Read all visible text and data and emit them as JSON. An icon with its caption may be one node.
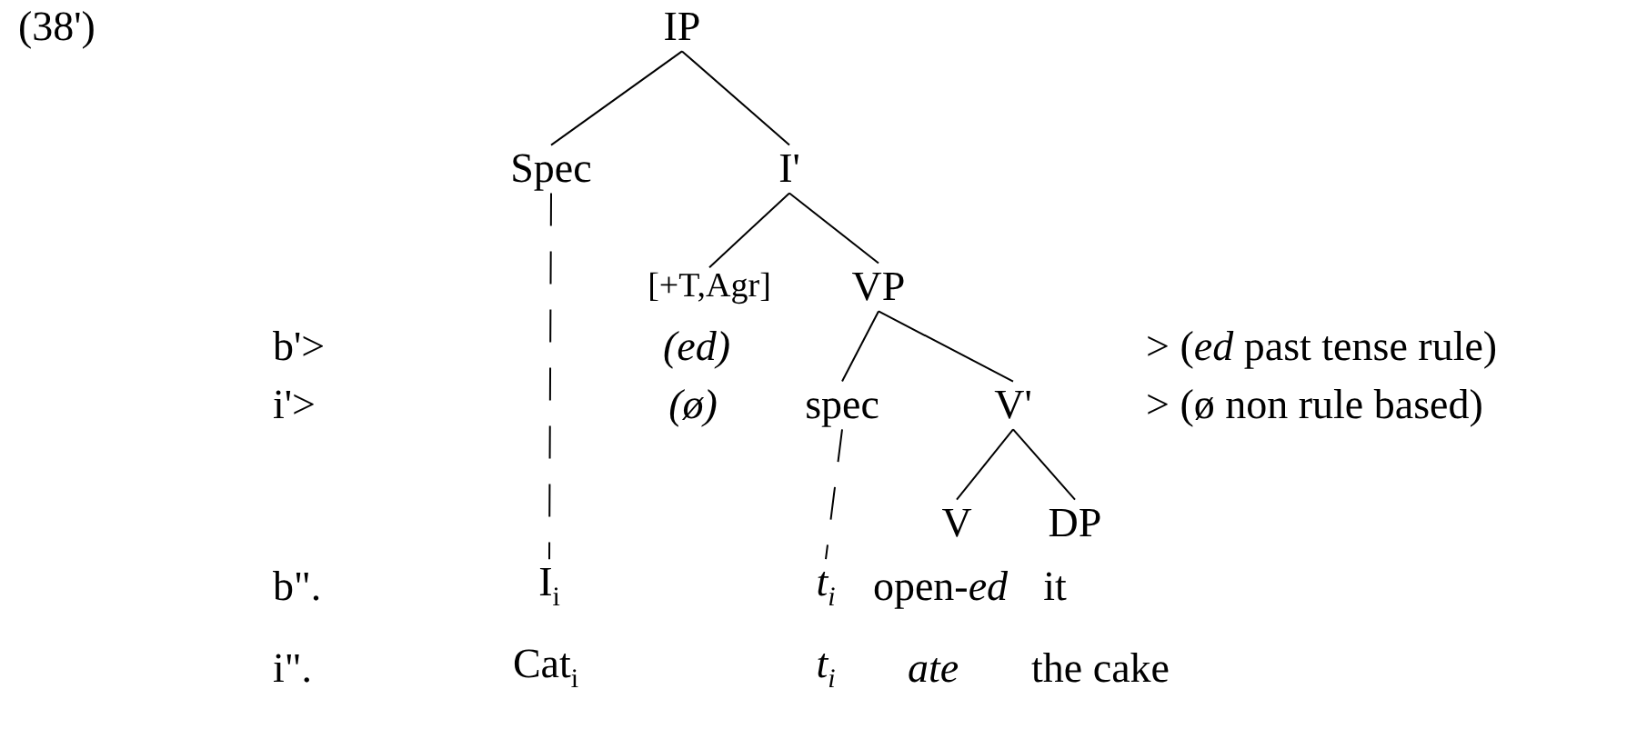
{
  "diagram": {
    "nodes": [
      {
        "text": [
          "IP"
        ]
      },
      {
        "text": [
          "Spec"
        ]
      },
      {
        "text": [
          "I'"
        ]
      },
      {
        "text": [
          "[+T,Agr]"
        ]
      },
      {
        "text": [
          "VP"
        ]
      },
      {
        "text": [
          "spec"
        ]
      },
      {
        "text": [
          "V'"
        ]
      },
      {
        "text": [
          "V"
        ]
      },
      {
        "text": [
          "DP"
        ]
      },
      {
        "text": [
          "I$_{i}$"
        ]
      },
      {
        "text": [
          "t$_{i}$"
        ]
      }
    ],
    "edges": [
      {
        "from": 0,
        "to": 1,
        "arrow": "none"
      },
      {
        "from": 0,
        "to": 2,
        "arrow": "none"
      },
      {
        "from": 2,
        "to": 3,
        "arrow": "none"
      },
      {
        "from": 2,
        "to": 4,
        "arrow": "none"
      },
      {
        "from": 4,
        "to": 5,
        "arrow": "none"
      },
      {
        "from": 4,
        "to": 6,
        "arrow": "none"
      },
      {
        "from": 6,
        "to": 7,
        "arrow": "none"
      },
      {
        "from": 6,
        "to": 8,
        "arrow": "none"
      },
      {
        "from": 1,
        "to": 9,
        "arrow": "none",
        "style": "dashed"
      },
      {
        "from": 5,
        "to": 10,
        "arrow": "none",
        "style": "dashed"
      }
    ],
    "labels": [
      "(38')",
      "b'>",
      "(ed)",
      "> (*ed* past tense rule)",
      "i'>",
      "(ø)",
      "> (ø non rule based)",
      "b\".",
      "open-*ed*",
      "it",
      "i\".",
      "Cat$_{i}$",
      "t$_{i}$",
      "ate",
      "the cake"
    ]
  }
}
